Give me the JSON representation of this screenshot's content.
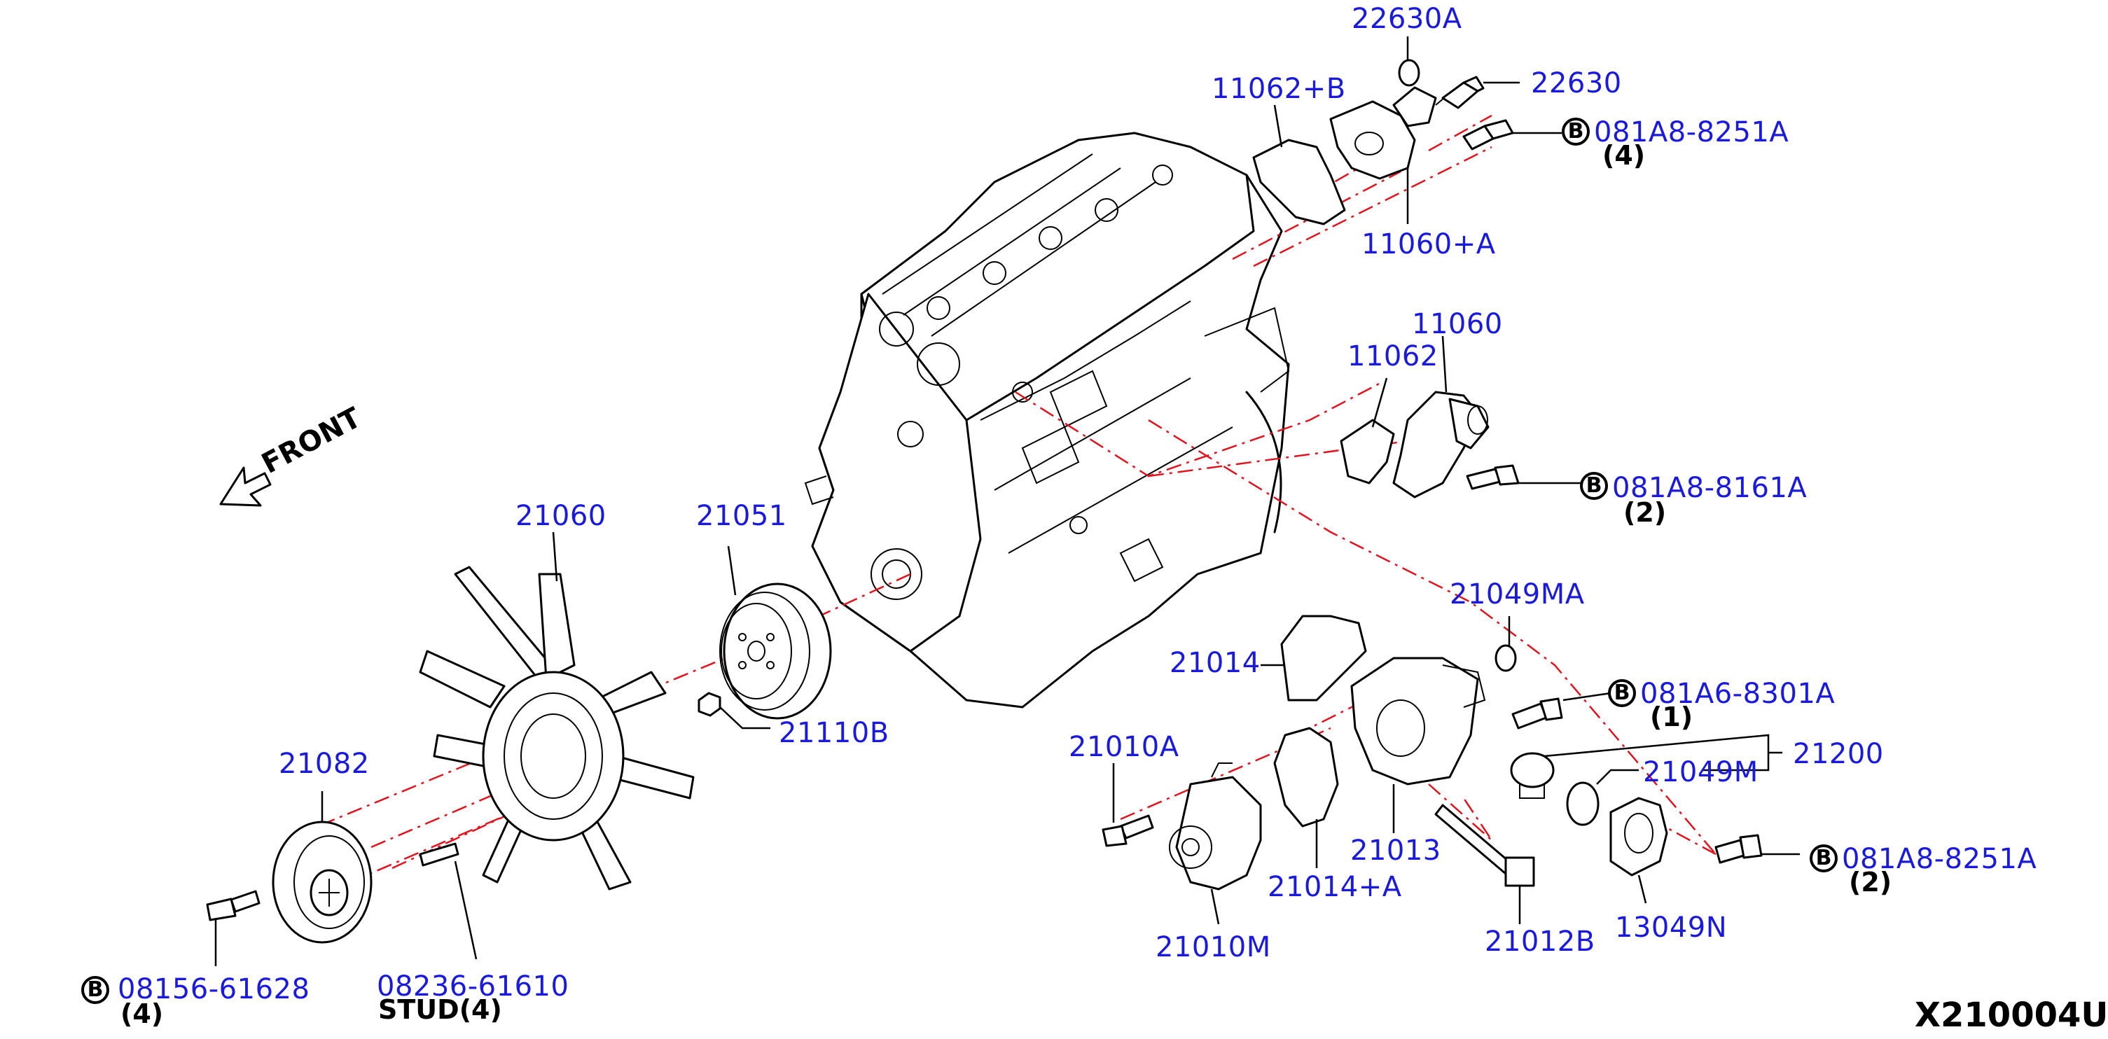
{
  "diagram_code": "X210004U",
  "front_label": "FRONT",
  "bolt_marker": "B",
  "parts": {
    "p22630A": "22630A",
    "p22630": "22630",
    "p11062B": "11062+B",
    "p081A8_8251A_top": "081A8-8251A",
    "qty_top": "(4)",
    "p11060A": "11060+A",
    "p11060": "11060",
    "p11062": "11062",
    "p081A8_8161A": "081A8-8161A",
    "qty_8161A": "(2)",
    "p21060": "21060",
    "p21051": "21051",
    "p21049MA": "21049MA",
    "p21014": "21014",
    "p081A6_8301A": "081A6-8301A",
    "qty_8301A": "(1)",
    "p21110B": "21110B",
    "p21010A": "21010A",
    "p21049M": "21049M",
    "p21200": "21200",
    "p21082": "21082",
    "p21013": "21013",
    "p081A8_8251A_bot": "081A8-8251A",
    "qty_bot": "(2)",
    "p21014A": "21014+A",
    "p21012B": "21012B",
    "p13049N": "13049N",
    "p21010M": "21010M",
    "p08156_61628": "08156-61628",
    "qty_08156": "(4)",
    "p08236_61610": "08236-61610",
    "stud_label": "STUD(4)"
  }
}
